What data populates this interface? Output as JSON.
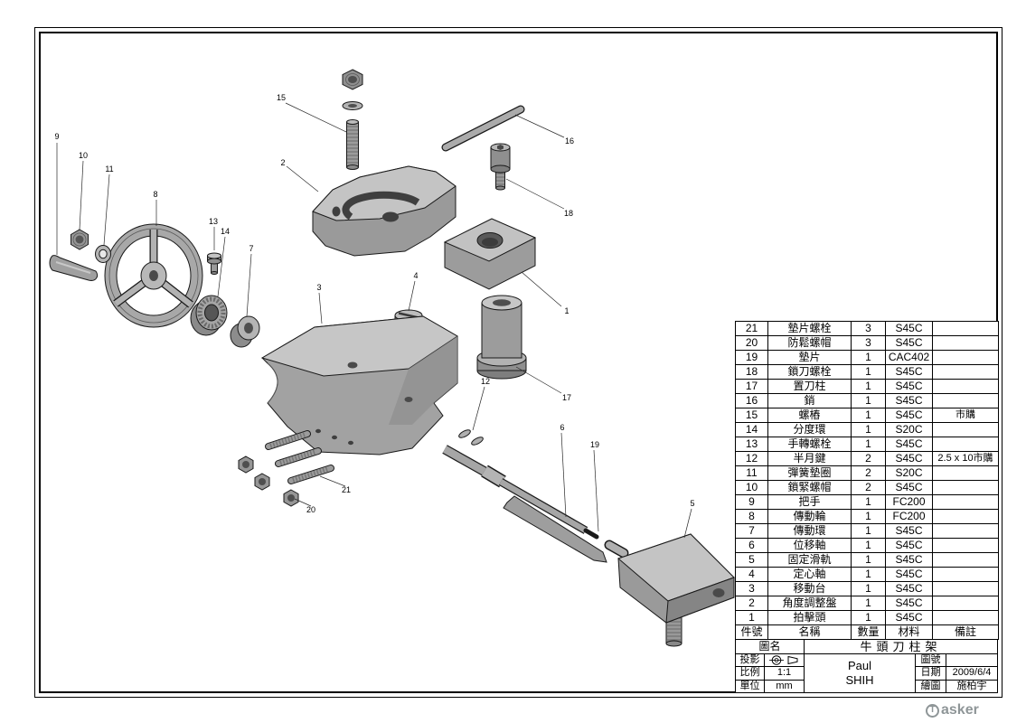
{
  "colors": {
    "ink": "#000000",
    "part_fill": "#a0a0a0",
    "background": "#ffffff",
    "watermark": "#8f9698"
  },
  "drawing": {
    "title": "牛頭刀柱架",
    "type": "exploded-assembly-view",
    "callouts": [
      "1",
      "2",
      "3",
      "4",
      "5",
      "6",
      "7",
      "8",
      "9",
      "10",
      "11",
      "12",
      "13",
      "14",
      "15",
      "16",
      "17",
      "18",
      "19",
      "20",
      "21"
    ]
  },
  "bom": {
    "headers": {
      "no": "件號",
      "name": "名稱",
      "qty": "數量",
      "material": "材料",
      "remark": "備註"
    },
    "rows": [
      {
        "no": "21",
        "name": "墊片螺栓",
        "qty": "3",
        "material": "S45C",
        "remark": ""
      },
      {
        "no": "20",
        "name": "防鬆螺帽",
        "qty": "3",
        "material": "S45C",
        "remark": ""
      },
      {
        "no": "19",
        "name": "墊片",
        "qty": "1",
        "material": "CAC402",
        "remark": ""
      },
      {
        "no": "18",
        "name": "鎖刀螺栓",
        "qty": "1",
        "material": "S45C",
        "remark": ""
      },
      {
        "no": "17",
        "name": "置刀柱",
        "qty": "1",
        "material": "S45C",
        "remark": ""
      },
      {
        "no": "16",
        "name": "銷",
        "qty": "1",
        "material": "S45C",
        "remark": ""
      },
      {
        "no": "15",
        "name": "螺樁",
        "qty": "1",
        "material": "S45C",
        "remark": "市購"
      },
      {
        "no": "14",
        "name": "分度環",
        "qty": "1",
        "material": "S20C",
        "remark": ""
      },
      {
        "no": "13",
        "name": "手轉螺栓",
        "qty": "1",
        "material": "S45C",
        "remark": ""
      },
      {
        "no": "12",
        "name": "半月鍵",
        "qty": "2",
        "material": "S45C",
        "remark": "2.5 x 10市購"
      },
      {
        "no": "11",
        "name": "彈簧墊圈",
        "qty": "2",
        "material": "S20C",
        "remark": ""
      },
      {
        "no": "10",
        "name": "鎖緊螺帽",
        "qty": "2",
        "material": "S45C",
        "remark": ""
      },
      {
        "no": "9",
        "name": "把手",
        "qty": "1",
        "material": "FC200",
        "remark": ""
      },
      {
        "no": "8",
        "name": "傳動輪",
        "qty": "1",
        "material": "FC200",
        "remark": ""
      },
      {
        "no": "7",
        "name": "傳動環",
        "qty": "1",
        "material": "S45C",
        "remark": ""
      },
      {
        "no": "6",
        "name": "位移軸",
        "qty": "1",
        "material": "S45C",
        "remark": ""
      },
      {
        "no": "5",
        "name": "固定滑軌",
        "qty": "1",
        "material": "S45C",
        "remark": ""
      },
      {
        "no": "4",
        "name": "定心軸",
        "qty": "1",
        "material": "S45C",
        "remark": ""
      },
      {
        "no": "3",
        "name": "移動台",
        "qty": "1",
        "material": "S45C",
        "remark": ""
      },
      {
        "no": "2",
        "name": "角度調整盤",
        "qty": "1",
        "material": "S45C",
        "remark": ""
      },
      {
        "no": "1",
        "name": "拍擊頭",
        "qty": "1",
        "material": "S45C",
        "remark": ""
      }
    ]
  },
  "title_block": {
    "drawing_name_label": "圖名",
    "drawing_name": "牛頭刀柱架",
    "projection_label": "投影",
    "scale_label": "比例",
    "scale_value": "1:1",
    "unit_label": "單位",
    "unit_value": "mm",
    "author_line1": "Paul",
    "author_line2": "SHIH",
    "drawing_no_label": "圖號",
    "drawing_no_value": "",
    "date_label": "日期",
    "date_value": "2009/6/4",
    "drawn_by_label": "繪圖",
    "drawn_by_value": "施柏宇"
  },
  "watermark": {
    "circle_letter": "T",
    "name_rest": "asker"
  }
}
